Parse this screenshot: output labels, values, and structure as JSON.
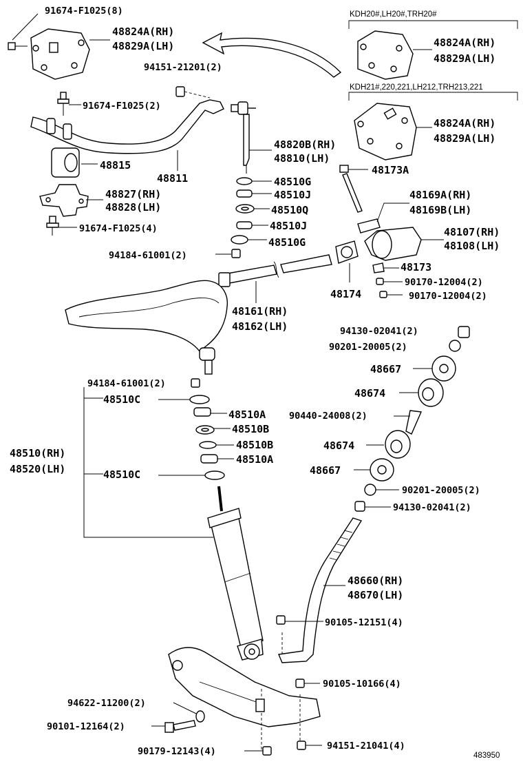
{
  "labels": {
    "l01": "91674-F1025(8)",
    "l02": "48824A(RH)",
    "l03": "48829A(LH)",
    "l04": "94151-21201(2)",
    "l05": "91674-F1025(2)",
    "l06": "48820B(RH)",
    "l07": "48810(LH)",
    "l08": "48815",
    "l09": "48811",
    "l10": "48510G",
    "l11": "48510J",
    "l12": "48510Q",
    "l13": "48827(RH)",
    "l14": "48828(LH)",
    "l15": "48510J",
    "l16": "91674-F1025(4)",
    "l17": "48510G",
    "l18": "94184-61001(2)",
    "l19": "48161(RH)",
    "l20": "48162(LH)",
    "l21": "94184-61001(2)",
    "l22": "48510C",
    "l23": "48510A",
    "l24": "48510B",
    "l25": "48510B",
    "l26": "48510(RH)",
    "l27": "48520(LH)",
    "l28": "48510A",
    "l29": "48510C",
    "l30": "48824A(RH)",
    "l31": "48829A(LH)",
    "l32": "48824A(RH)",
    "l33": "48829A(LH)",
    "l34": "48173A",
    "l35": "48169A(RH)",
    "l36": "48169B(LH)",
    "l37": "48107(RH)",
    "l38": "48108(LH)",
    "l39": "48173",
    "l40": "90170-12004(2)",
    "l41": "48174",
    "l42": "90170-12004(2)",
    "l43": "94130-02041(2)",
    "l44": "90201-20005(2)",
    "l45": "48667",
    "l46": "48674",
    "l47": "90440-24008(2)",
    "l48": "48674",
    "l49": "48667",
    "l50": "90201-20005(2)",
    "l51": "94130-02041(2)",
    "l52": "48660(RH)",
    "l53": "48670(LH)",
    "l54": "90105-12151(4)",
    "l55": "90105-10166(4)",
    "l56": "94622-11200(2)",
    "l57": "90101-12164(2)",
    "l58": "90179-12143(4)",
    "l59": "94151-21041(4)",
    "l60": "483950"
  },
  "notes": {
    "model_group_1": "KDH20#,LH20#,TRH20#",
    "model_group_2": "KDH21#,220,221,LH212,TRH213,221"
  }
}
